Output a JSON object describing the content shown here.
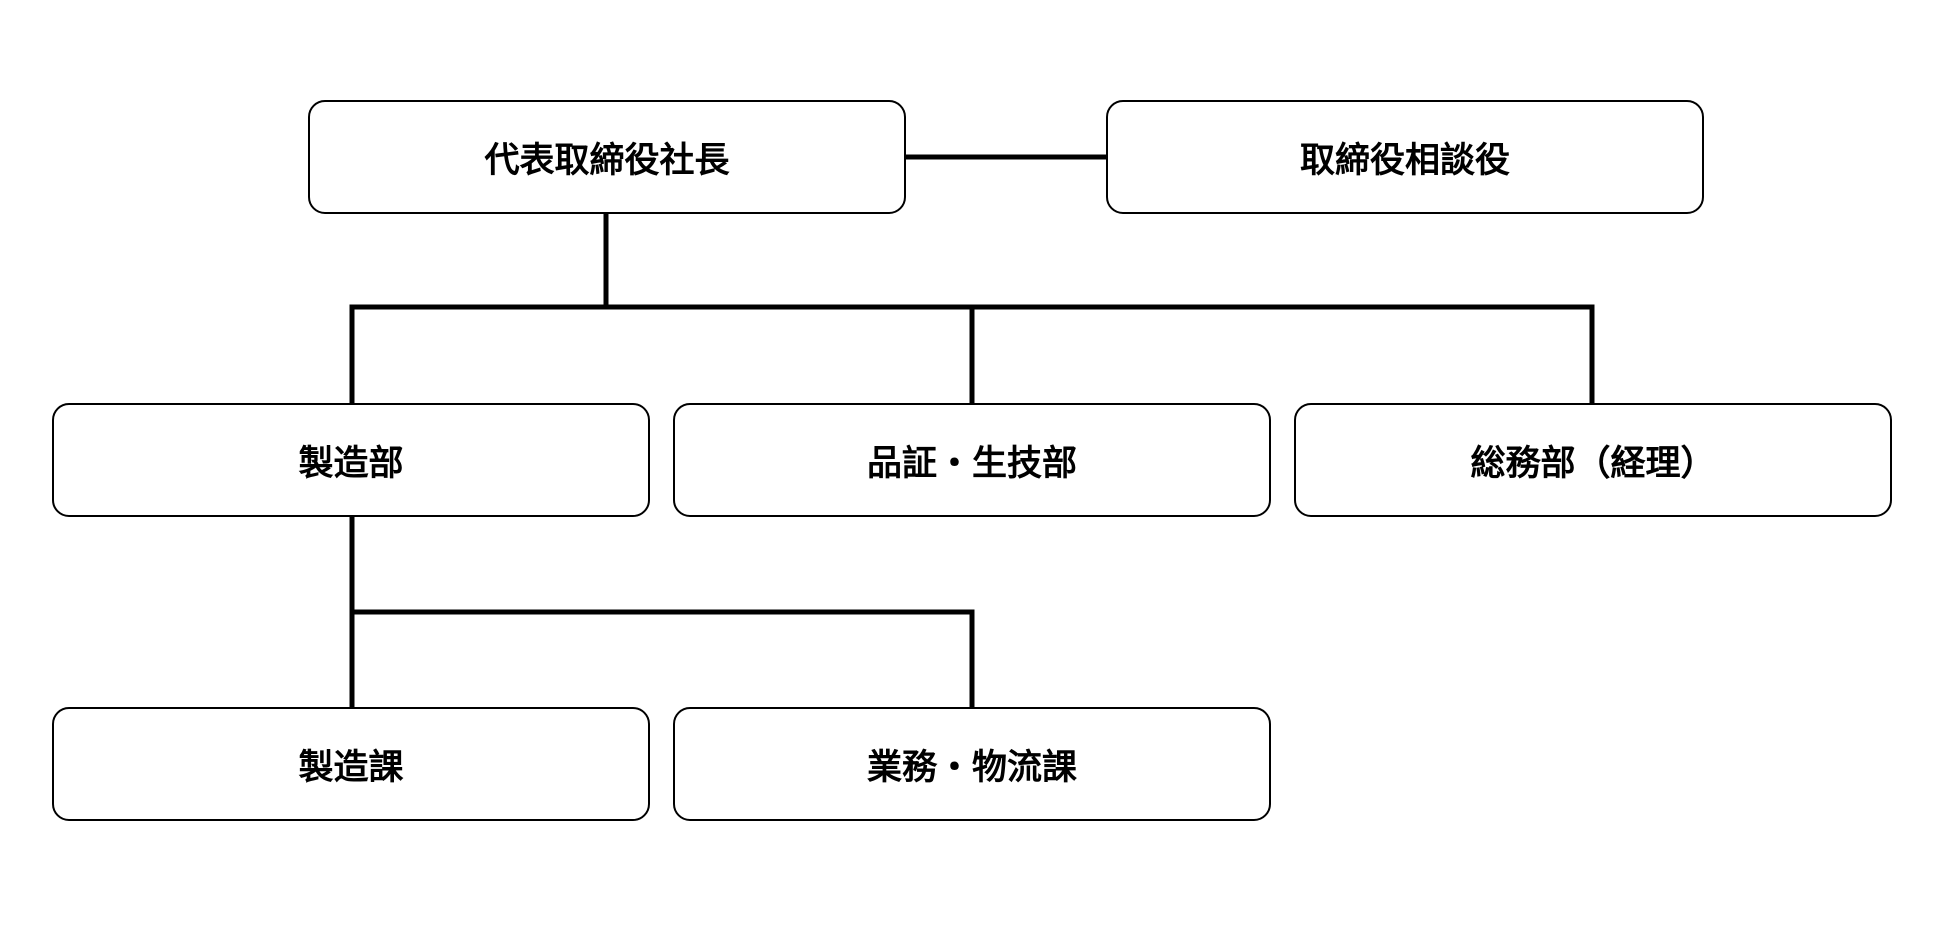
{
  "org_chart": {
    "president": {
      "label": "代表取締役社長"
    },
    "advisor": {
      "label": "取締役相談役"
    },
    "departments": [
      {
        "label": "製造部"
      },
      {
        "label": "品証・生技部"
      },
      {
        "label": "総務部（経理）"
      }
    ],
    "sections": [
      {
        "label": "製造課"
      },
      {
        "label": "業務・物流課"
      }
    ]
  },
  "colors": {
    "line": "#000000",
    "box_border": "#000000",
    "box_fill": "#ffffff",
    "background": "#ffffff"
  }
}
